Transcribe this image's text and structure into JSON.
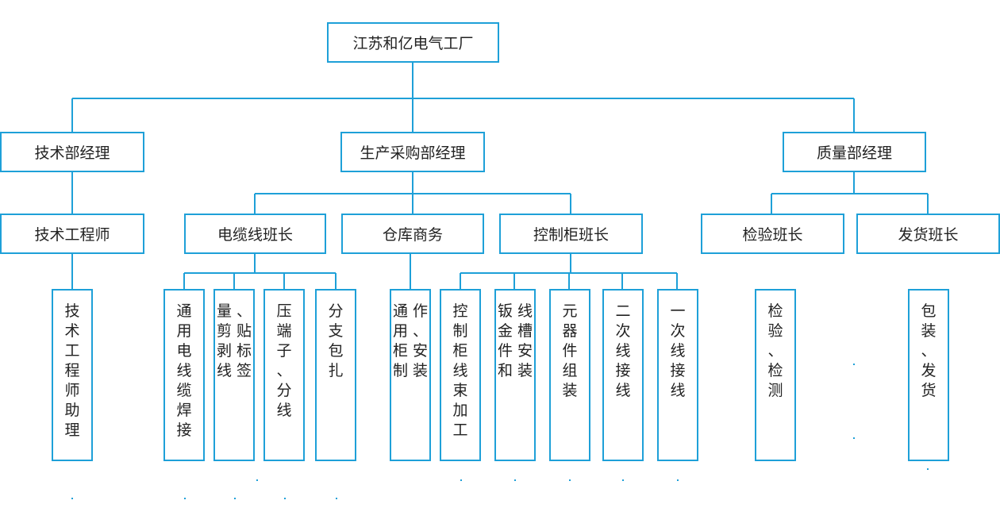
{
  "colors": {
    "line": "#1ea0d8",
    "box_border": "#1ea0d8",
    "text": "#222222"
  },
  "root": {
    "label": "江苏和亿电气工厂"
  },
  "managers": [
    {
      "label": "技术部经理"
    },
    {
      "label": "生产采购部经理"
    },
    {
      "label": "质量部经理"
    }
  ],
  "leads": [
    {
      "label": "技术工程师"
    },
    {
      "label": "电缆线班长"
    },
    {
      "label": "仓库商务"
    },
    {
      "label": "控制柜班长"
    },
    {
      "label": "检验班长"
    },
    {
      "label": "发货班长"
    }
  ],
  "tasks": [
    {
      "label": "技术工程师助理"
    },
    {
      "label": "通用电线缆焊接"
    },
    {
      "label": "量剪剥线、贴标签"
    },
    {
      "label": "压端子、分线"
    },
    {
      "label": "分支包扎"
    },
    {
      "label": "通用柜制作、安装"
    },
    {
      "label": "控制柜线束加工"
    },
    {
      "label": "钣金件和线槽安装"
    },
    {
      "label": "元器件组装"
    },
    {
      "label": "二次线接线"
    },
    {
      "label": "一次线接线"
    },
    {
      "label": "检验、检测"
    },
    {
      "label": "包装、发货"
    }
  ]
}
